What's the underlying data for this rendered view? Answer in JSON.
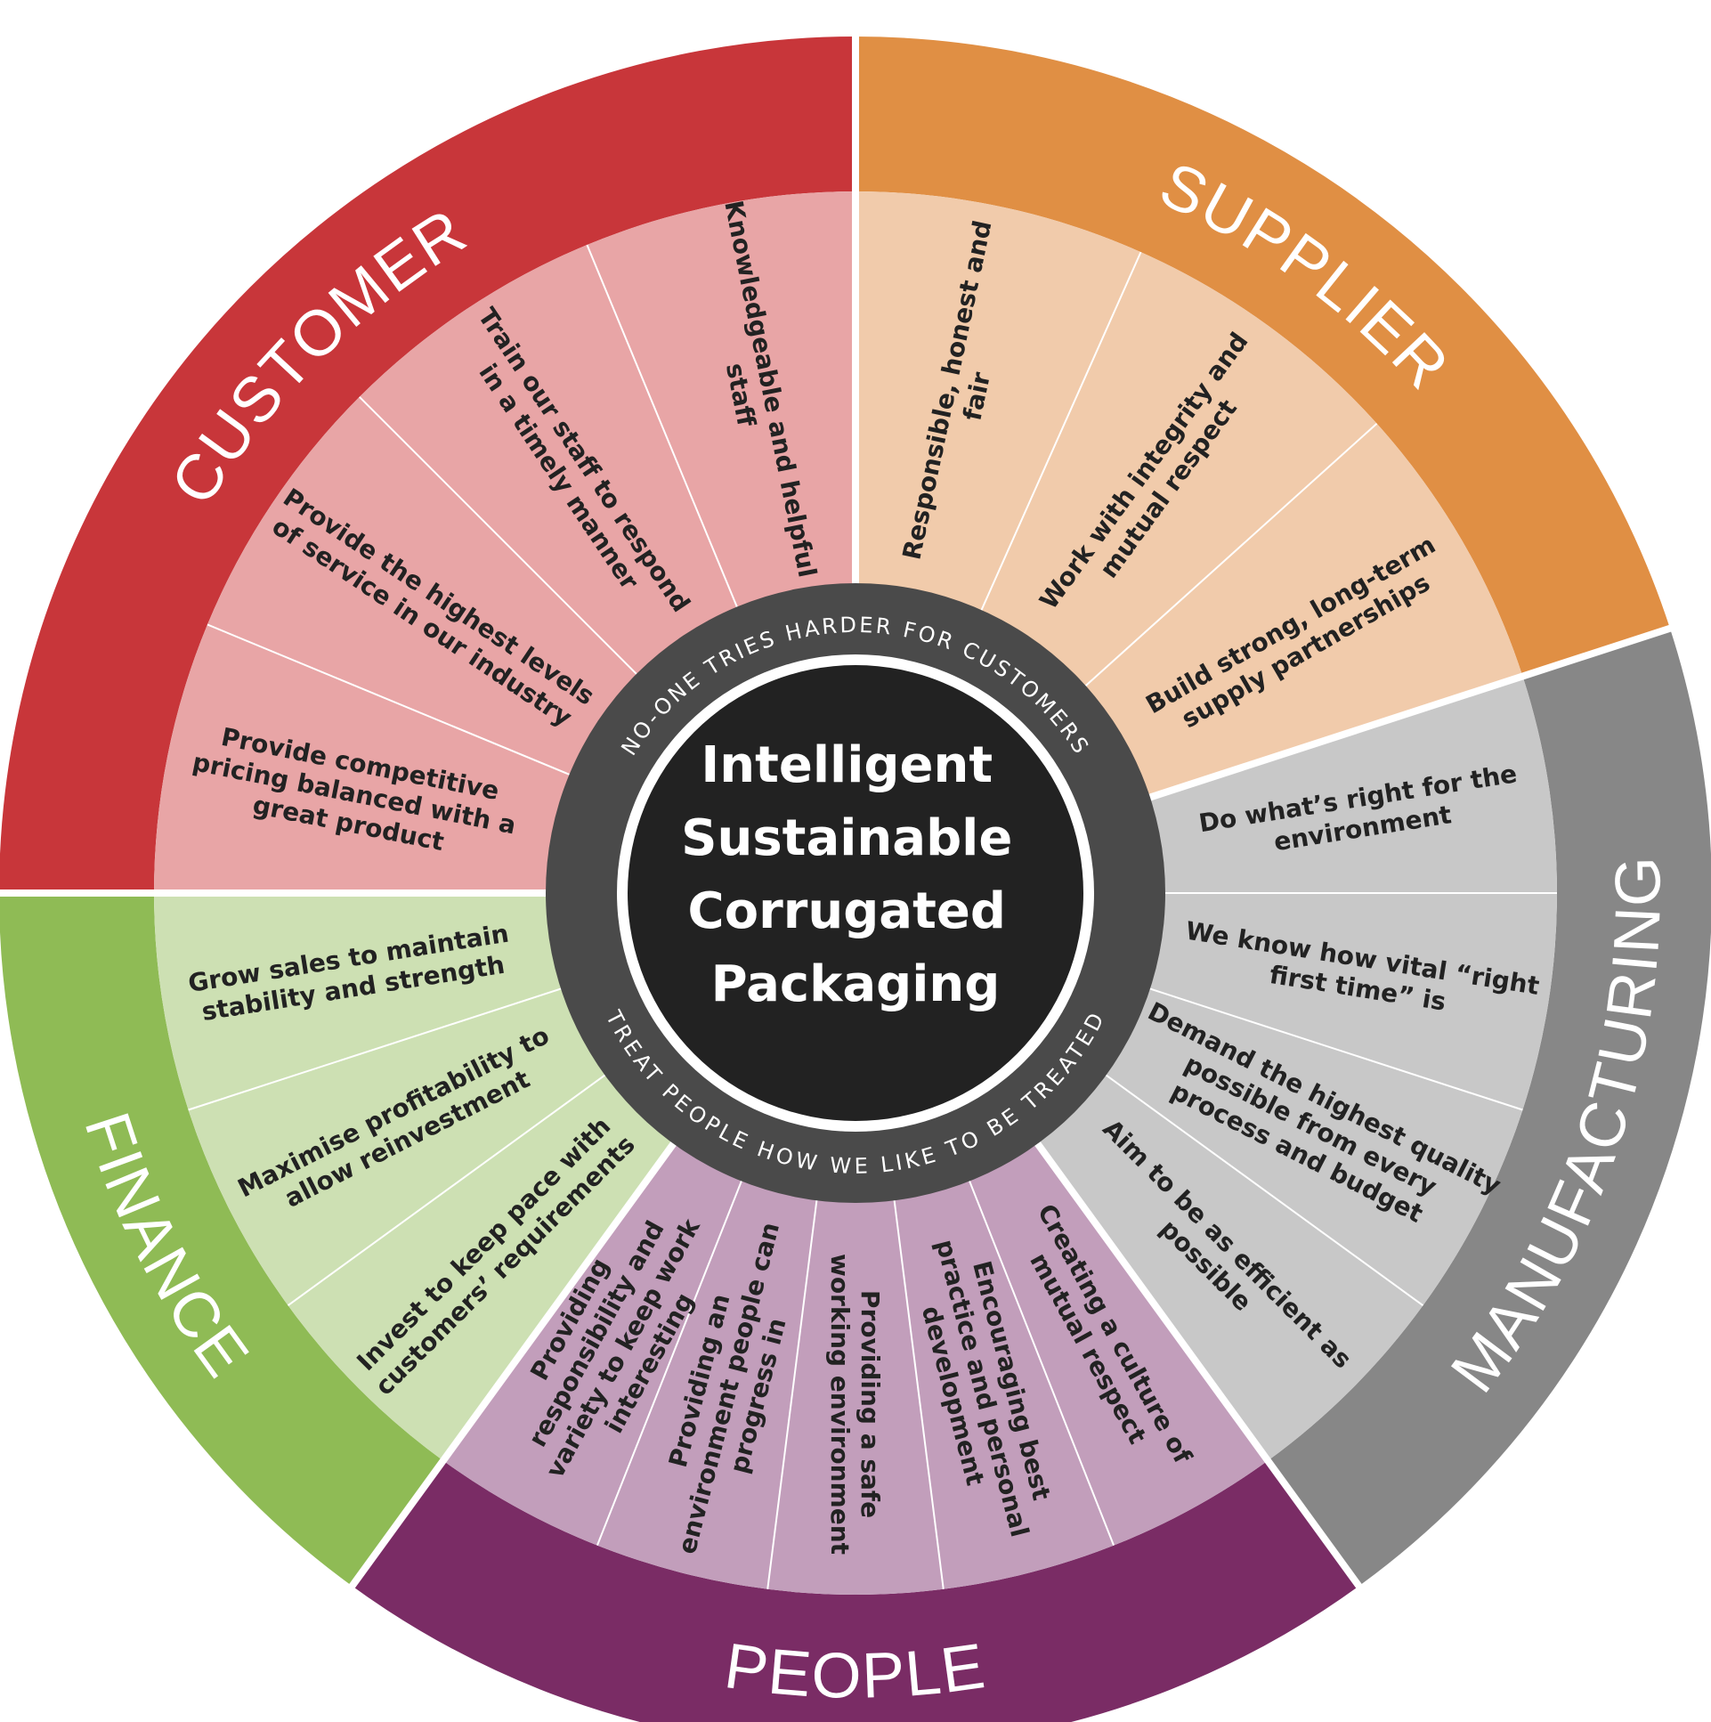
{
  "center": {
    "lines": [
      "Intelligent",
      "Sustainable",
      "Corrugated",
      "Packaging"
    ]
  },
  "ring": {
    "top_text": "NO-ONE TRIES HARDER FOR CUSTOMERS",
    "bottom_text": "TREAT PEOPLE HOW WE LIKE TO BE TREATED"
  },
  "colors": {
    "customer": "#c8363a",
    "customer_light": "#e8a5a6",
    "supplier": "#e08f44",
    "supplier_light": "#f1cbab",
    "manufacturing": "#878787",
    "manufacturing_light": "#c8c8c8",
    "people": "#7a2c65",
    "people_light": "#c29ebb",
    "finance": "#8fbb55",
    "finance_light": "#cde0b3",
    "ring_dark": "#4a4a4a",
    "center_dark": "#222222"
  },
  "sectors": [
    {
      "id": "customer",
      "title": "CUSTOMER",
      "items": [
        "Knowledgeable and helpful staff",
        "Train our staff to respond in a timely manner",
        "Provide the highest levels of service in our industry",
        "Provide competitive pricing balanced with a great product"
      ]
    },
    {
      "id": "supplier",
      "title": "SUPPLIER",
      "items": [
        "Responsible, honest and fair",
        "Work with integrity and mutual respect",
        "Build strong, long-term supply partnerships"
      ]
    },
    {
      "id": "manufacturing",
      "title": "MANUFACTURING",
      "items": [
        "Do what’s right for the environment",
        "We know how vital “right first time” is",
        "Demand the highest quality possible from every process and budget",
        "Aim to be as efficient as possible"
      ]
    },
    {
      "id": "people",
      "title": "PEOPLE",
      "items": [
        "Creating a culture of mutual respect",
        "Encouraging best practice and personal development",
        "Providing a safe working environment",
        "Providing an environment people can progress in",
        "Providing responsibility and variety to keep work interesting"
      ]
    },
    {
      "id": "finance",
      "title": "FINANCE",
      "items": [
        "Invest to keep pace with customers’ requirements",
        "Maximise profitability to allow reinvestment",
        "Grow sales to maintain stability and strength"
      ]
    }
  ]
}
